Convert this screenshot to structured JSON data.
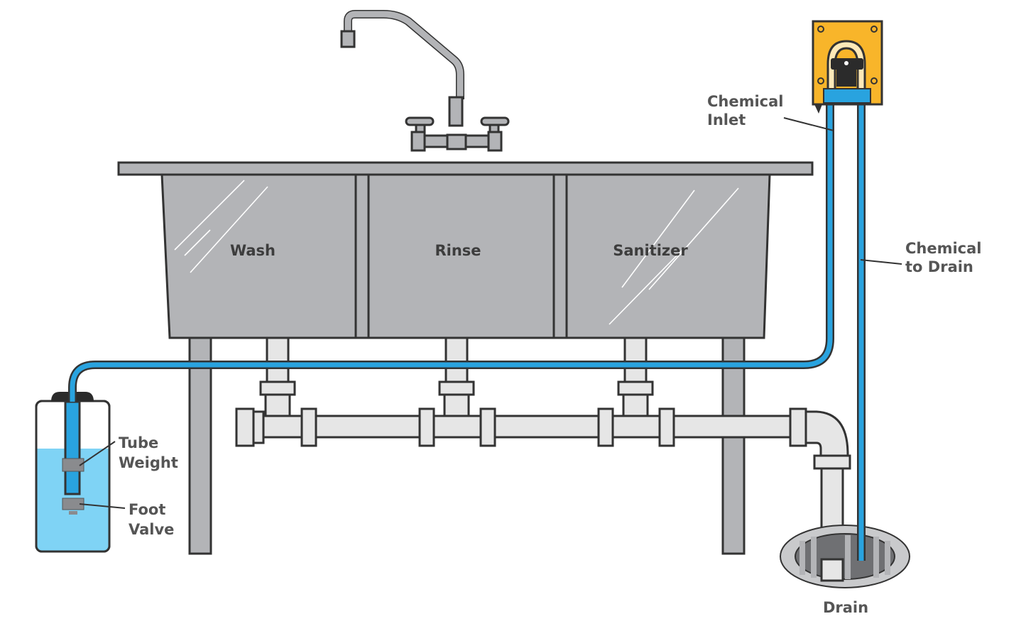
{
  "labels": {
    "wash": "Wash",
    "rinse": "Rinse",
    "sanitizer": "Sanitizer",
    "chemical_inlet": [
      "Chemical",
      "Inlet"
    ],
    "chemical_to_drain": [
      "Chemical",
      "to Drain"
    ],
    "tube_weight": [
      "Tube",
      "Weight"
    ],
    "foot_valve": [
      "Foot",
      "Valve"
    ],
    "drain": "Drain"
  },
  "colors": {
    "tube_blue": "#29a3df",
    "water": "#7fd3f5",
    "pump_yellow": "#f8b52a",
    "steel_grey": "#b3b4b7",
    "pipe_light": "#e6e6e6",
    "outline": "#333333"
  },
  "icons": {
    "faucet": "faucet-icon",
    "pump": "peristaltic-pump-icon",
    "drain_grate": "drain-grate-icon",
    "container": "chemical-container-icon"
  }
}
